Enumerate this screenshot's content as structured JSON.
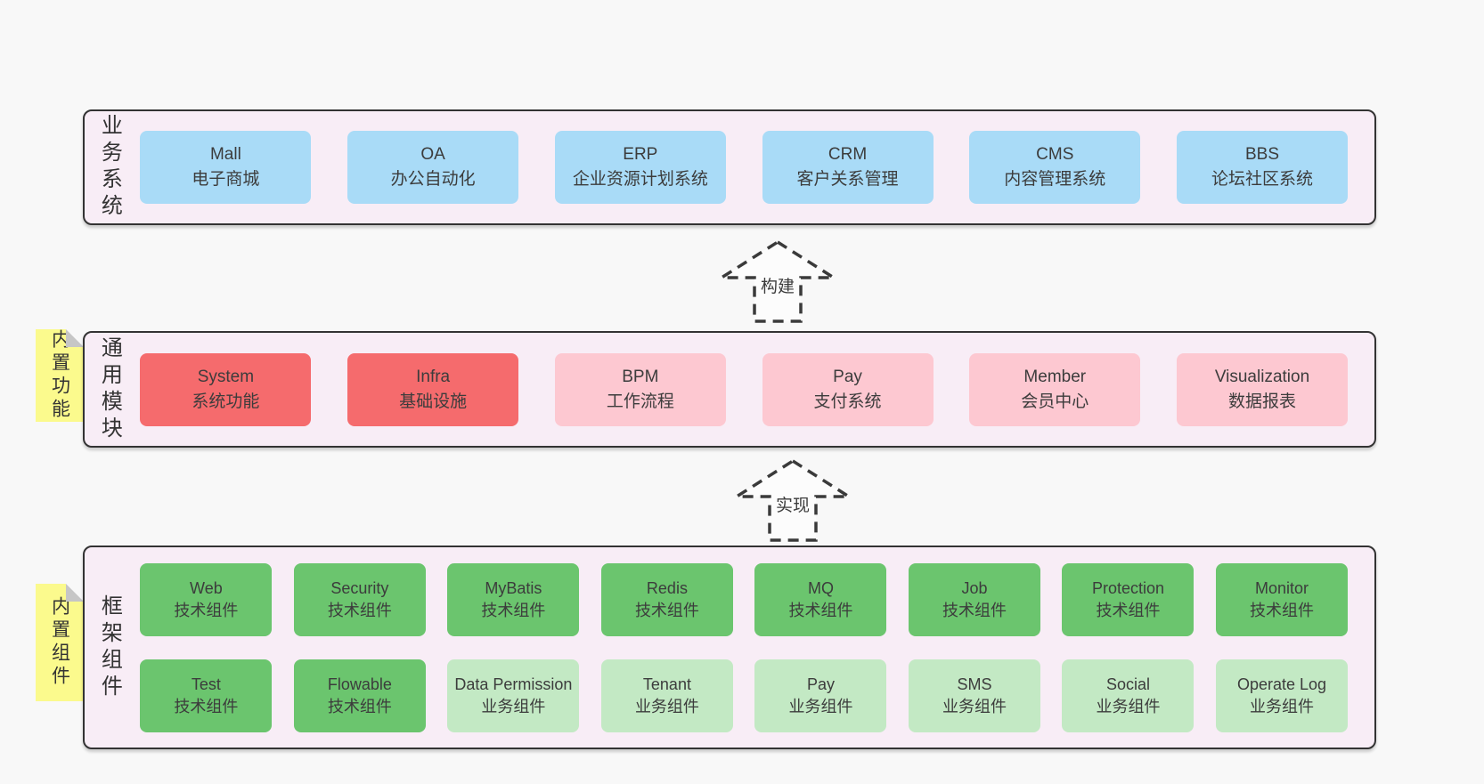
{
  "colors": {
    "page_bg": "#f8f8f8",
    "panel_bg": "#f8edf6",
    "panel_border": "#333333",
    "blue_box": "#a9dbf7",
    "red_box": "#f56b6d",
    "pink_box": "#fdc8d1",
    "green_box": "#6bc56e",
    "light_green_box": "#c3e9c4",
    "sticky_yellow": "#fbfa8d",
    "text": "#3c3c3c"
  },
  "business": {
    "label": "业务系统",
    "boxes": [
      {
        "title": "Mall",
        "subtitle": "电子商城"
      },
      {
        "title": "OA",
        "subtitle": "办公自动化"
      },
      {
        "title": "ERP",
        "subtitle": "企业资源计划系统"
      },
      {
        "title": "CRM",
        "subtitle": "客户关系管理"
      },
      {
        "title": "CMS",
        "subtitle": "内容管理系统"
      },
      {
        "title": "BBS",
        "subtitle": "论坛社区系统"
      }
    ]
  },
  "arrows": {
    "build": "构建",
    "implement": "实现"
  },
  "modules": {
    "label": "通用模块",
    "sticky": "内置功能",
    "boxes": [
      {
        "title": "System",
        "subtitle": "系统功能"
      },
      {
        "title": "Infra",
        "subtitle": "基础设施"
      },
      {
        "title": "BPM",
        "subtitle": "工作流程"
      },
      {
        "title": "Pay",
        "subtitle": "支付系统"
      },
      {
        "title": "Member",
        "subtitle": "会员中心"
      },
      {
        "title": "Visualization",
        "subtitle": "数据报表"
      }
    ]
  },
  "components": {
    "label": "框架组件",
    "sticky": "内置组件",
    "row1": [
      {
        "title": "Web",
        "subtitle": "技术组件"
      },
      {
        "title": "Security",
        "subtitle": "技术组件"
      },
      {
        "title": "MyBatis",
        "subtitle": "技术组件"
      },
      {
        "title": "Redis",
        "subtitle": "技术组件"
      },
      {
        "title": "MQ",
        "subtitle": "技术组件"
      },
      {
        "title": "Job",
        "subtitle": "技术组件"
      },
      {
        "title": "Protection",
        "subtitle": "技术组件"
      },
      {
        "title": "Monitor",
        "subtitle": "技术组件"
      }
    ],
    "row2": [
      {
        "title": "Test",
        "subtitle": "技术组件"
      },
      {
        "title": "Flowable",
        "subtitle": "技术组件"
      },
      {
        "title": "Data Permission",
        "subtitle": "业务组件"
      },
      {
        "title": "Tenant",
        "subtitle": "业务组件"
      },
      {
        "title": "Pay",
        "subtitle": "业务组件"
      },
      {
        "title": "SMS",
        "subtitle": "业务组件"
      },
      {
        "title": "Social",
        "subtitle": "业务组件"
      },
      {
        "title": "Operate Log",
        "subtitle": "业务组件"
      }
    ]
  }
}
